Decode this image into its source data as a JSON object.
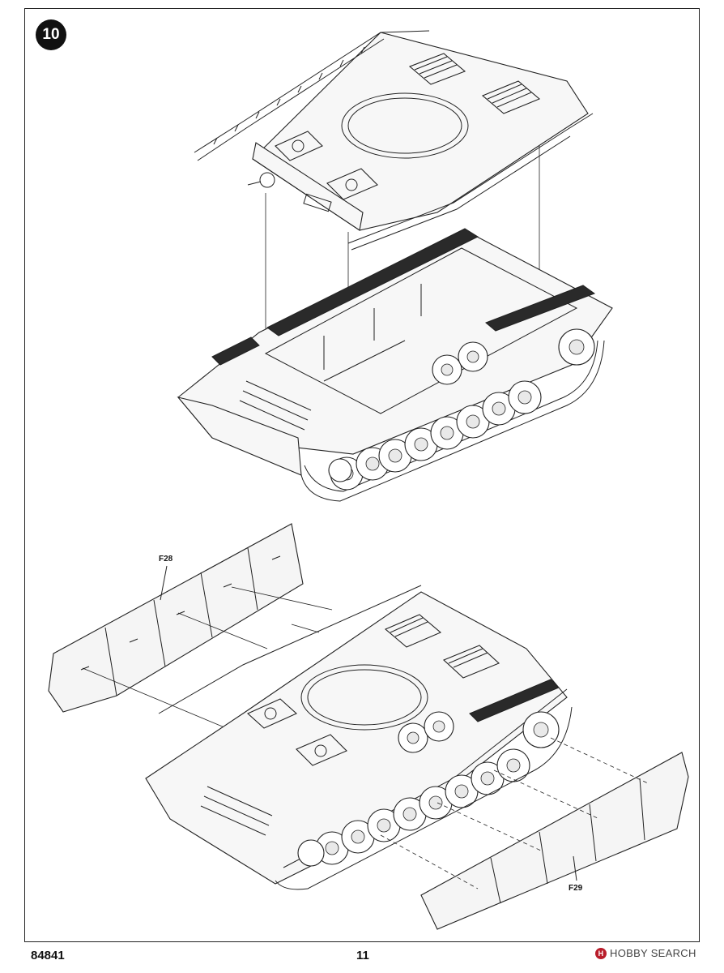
{
  "step": {
    "number": "10"
  },
  "parts": {
    "left_skirt": "F28",
    "right_skirt": "F29"
  },
  "footer": {
    "product_code": "84841",
    "page_number": "11"
  },
  "watermark": {
    "logo_letter": "H",
    "text": "HOBBY SEARCH"
  },
  "colors": {
    "line": "#222222",
    "paper": "#ffffff",
    "watermark_red": "#b91d2b"
  }
}
